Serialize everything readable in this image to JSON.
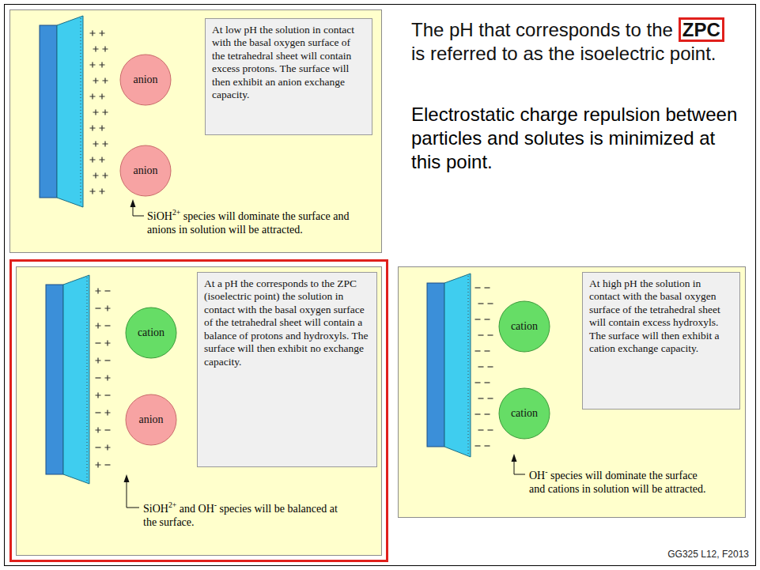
{
  "diagram": {
    "nodes": [
      {
        "text": [
          "SiOH2+ species will dominate the surface and anions in solution will be attracted."
        ]
      },
      {
        "text": [
          "At low pH the solution in contact with the basal oxygen surface of the tetrahedral sheet will contain excess protons. The surface will then exhibit an anion exchange capacity."
        ],
        "in": 0
      },
      {
        "text": [
          "anion"
        ],
        "in": 0
      },
      {
        "text": [
          "anion"
        ],
        "in": 0
      },
      {
        "text": [
          "ZPC"
        ]
      },
      {
        "text": [
          "SiOH2+ and OH- species will be balanced at the surface."
        ]
      },
      {
        "text": [
          "At a pH the corresponds to the ZPC (isoelectric point) the solution in contact with the basal oxygen surface of the tetrahedral sheet will contain a balance of protons and hydroxyls. The surface will then exhibit no exchange capacity."
        ],
        "in": 5
      },
      {
        "text": [
          "cation"
        ],
        "in": 5
      },
      {
        "text": [
          "anion"
        ],
        "in": 5
      },
      {
        "text": [
          "OH- species will dominate the surface and cations in solution will be attracted."
        ]
      },
      {
        "text": [
          "At high pH the solution in contact with the basal oxygen surface of the tetrahedral sheet will contain excess hydroxyls. The surface will then exhibit a cation exchange capacity."
        ],
        "in": 9
      },
      {
        "text": [
          "cation"
        ],
        "in": 9
      },
      {
        "text": [
          "cation"
        ],
        "in": 9
      }
    ],
    "edges": [],
    "labels": [
      "The pH that corresponds to the",
      "is referred to as the isoelectric point.",
      "Electrostatic charge repulsion between particles and solutes is minimized at this point.",
      "GG325 L12, F2013"
    ]
  }
}
